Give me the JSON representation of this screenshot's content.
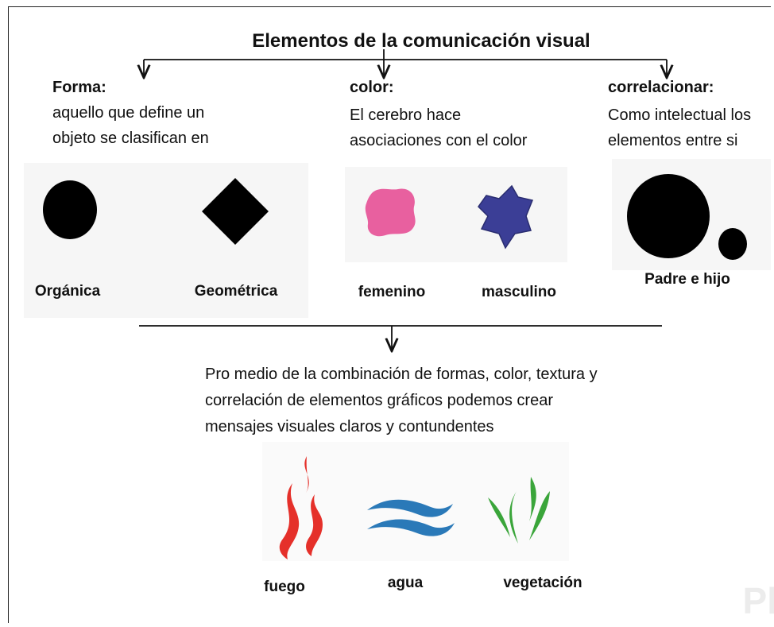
{
  "title": "Elementos de la comunicación visual",
  "columns": [
    {
      "heading": "Forma:",
      "line1": "aquello que define un",
      "line2": "objeto se clasifican en"
    },
    {
      "heading": "color:",
      "line1": "El cerebro hace",
      "line2": "asociaciones con el color"
    },
    {
      "heading": "correlacionar:",
      "line1": "Como intelectual los",
      "line2": "elementos entre si"
    }
  ],
  "shapes": {
    "organica": "Orgánica",
    "geometrica": "Geométrica",
    "femenino": "femenino",
    "masculino": "masculino",
    "padre_hijo": "Padre e hijo"
  },
  "bottom": {
    "line1": "Pro medio de la combinación de formas, color, textura y",
    "line2": "correlación de elementos gráficos podemos crear",
    "line3": "mensajes visuales claros y contundentes"
  },
  "elements": {
    "fuego": "fuego",
    "agua": "agua",
    "vegetacion": "vegetación"
  },
  "colors": {
    "pink": "#e8609f",
    "navy": "#3b3e96",
    "fire": "#e5302a",
    "water": "#2a79b8",
    "plant": "#3aa53a"
  },
  "watermark": "Pl"
}
